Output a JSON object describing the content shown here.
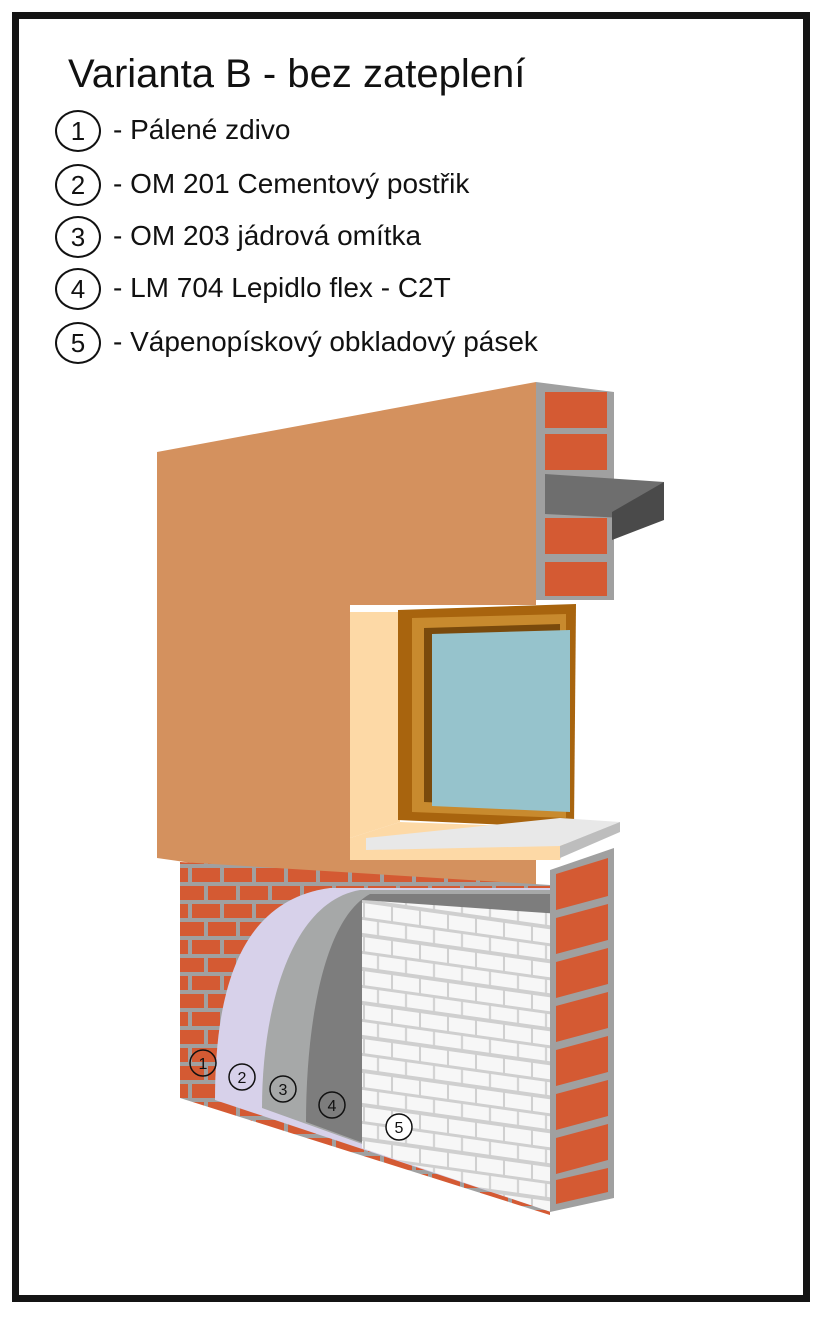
{
  "title": "Varianta B - bez zateplení",
  "legend": [
    {
      "num": "1",
      "label": "- Pálené zdivo"
    },
    {
      "num": "2",
      "label": "- OM 201 Cementový postřik"
    },
    {
      "num": "3",
      "label": "- OM 203 jádrová omítka"
    },
    {
      "num": "4",
      "label": "- LM 704 Lepidlo flex - C2T"
    },
    {
      "num": "5",
      "label": "- Vápenopískový obkladový pásek"
    }
  ],
  "markers": [
    "1",
    "2",
    "3",
    "4",
    "5"
  ],
  "colors": {
    "plaster": "#D4915E",
    "brick": "#D45A33",
    "mortar": "#A0A0A0",
    "glass": "#96C3CC",
    "frame_wood": "#A8640E",
    "reveal": "#FDD9A6",
    "layer_spray": "#D7D1EA",
    "layer_core": "#A6A8A8",
    "layer_adhesive": "#7D7D7D",
    "tile": "#F7F7F7"
  }
}
